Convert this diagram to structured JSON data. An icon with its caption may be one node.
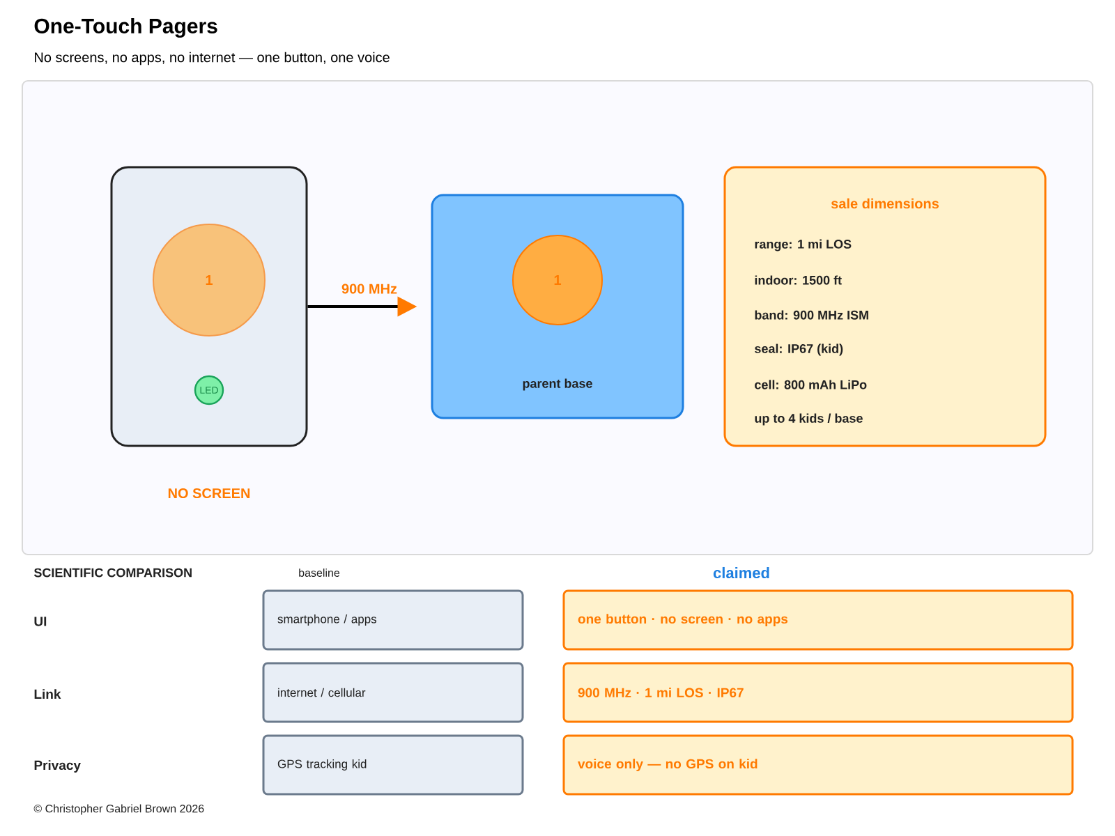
{
  "diagram": {
    "title": "One-Touch Pagers",
    "caption": "No screens, no apps, no internet — one button, one voice",
    "nodes": [
      {
        "text": [],
        "shape": "box"
      },
      {
        "text": [
          "NO SCREEN"
        ],
        "in": 0
      },
      {
        "text": [
          "1"
        ],
        "in": 1
      },
      {
        "text": [
          "LED"
        ],
        "in": 1
      },
      {
        "text": [
          "parent base"
        ],
        "in": 0
      },
      {
        "text": [
          "1"
        ],
        "in": 4
      },
      {
        "text": [
          "sale dimensions",
          "range: 1 mi LOS",
          "indoor: 1500 ft",
          "band: 900 MHz ISM",
          "seal: IP67 (kid)",
          "cell: 800 mAh LiPo",
          "up to 4 kids / base"
        ],
        "in": 0
      },
      {
        "text": [
          "smartphone / apps"
        ]
      },
      {
        "text": [
          "one button · no screen · no apps"
        ]
      },
      {
        "text": [
          "internet / cellular"
        ]
      },
      {
        "text": [
          "900 MHz · 1 mi LOS · IP67"
        ]
      },
      {
        "text": [
          "GPS tracking kid"
        ]
      },
      {
        "text": [
          "voice only — no GPS on kid"
        ]
      }
    ],
    "edges": [
      {
        "from": 1,
        "to": 4,
        "label": "900 MHz",
        "arrow": "to"
      }
    ],
    "labels": [
      "SCIENTIFIC COMPARISON",
      "baseline",
      "claimed",
      "UI",
      "Link",
      "Privacy",
      "© Christopher Gabriel Brown 2026"
    ]
  }
}
